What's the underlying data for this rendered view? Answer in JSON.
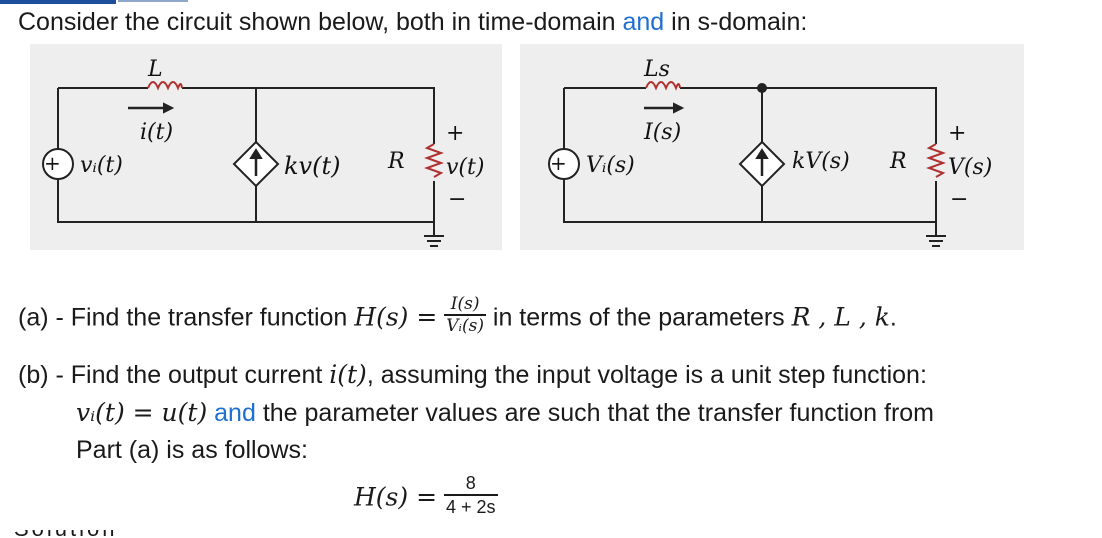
{
  "intro": {
    "part1": "Consider the circuit shown below, both in time-domain ",
    "and": "and",
    "part2": " in s-domain:"
  },
  "time_circuit": {
    "inductor": "L",
    "current": "i(t)",
    "source": "vᵢ(t)",
    "dep_source": "kv(t)",
    "resistor": "R",
    "output": "v(t)",
    "plus": "+",
    "minus": "−"
  },
  "s_circuit": {
    "inductor": "Ls",
    "current": "I(s)",
    "source": "Vᵢ(s)",
    "dep_source": "kV(s)",
    "resistor": "R",
    "output": "V(s)",
    "plus": "+",
    "minus": "−"
  },
  "part_a": {
    "prefix": "(a) - Find the transfer function ",
    "lhs": "H(s) =",
    "num": "I(s)",
    "den": "Vᵢ(s)",
    "suffix_1": " in terms of the parameters ",
    "params": "R , L , k",
    "suffix_2": "."
  },
  "part_b": {
    "line1_prefix": "(b) - Find the output current ",
    "line1_math": "i(t)",
    "line1_suffix": ", assuming the input voltage is a unit step function:",
    "line2_math": "vᵢ(t) = u(t)",
    "line2_and": "and",
    "line2_suffix": " the parameter values are such that the transfer function from",
    "line3": "Part (a) is as follows:"
  },
  "equation": {
    "lhs": "H(s) =",
    "num": "8",
    "den": "4 + 2s"
  },
  "footer_cut": "Solution"
}
